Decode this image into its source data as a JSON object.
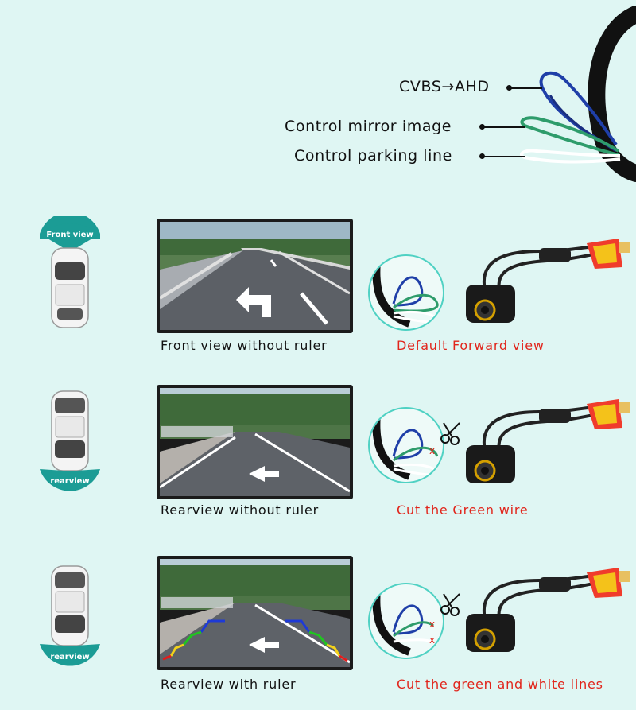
{
  "wires": [
    {
      "label": "CVBS→AHD",
      "color": "#1f3fa8"
    },
    {
      "label": "Control mirror image",
      "color": "#2e9c6b"
    },
    {
      "label": "Control parking line",
      "color": "#ffffff"
    }
  ],
  "rows": [
    {
      "badge": "Front view",
      "screen_caption": "Front view without ruler",
      "wire_caption": "Default Forward view",
      "cut_marks": 0,
      "ruler": false
    },
    {
      "badge": "rearview",
      "screen_caption": "Rearview without ruler",
      "wire_caption": "Cut the Green wire",
      "cut_marks": 1,
      "ruler": false
    },
    {
      "badge": "rearview",
      "screen_caption": "Rearview with ruler",
      "wire_caption": "Cut the green and white lines",
      "cut_marks": 2,
      "ruler": true
    }
  ],
  "cut_mark_symbol": "x",
  "colors": {
    "background": "#dff6f3",
    "badge": "#1b9c95",
    "caption_red": "#e1251b",
    "ruler_blue": "#1e3ad6",
    "ruler_green": "#21c421",
    "ruler_yellow": "#f3d21a",
    "ruler_red": "#e31b1b"
  },
  "icons": [
    "car-top-icon",
    "scissors-icon",
    "camera-icon",
    "cable-icon"
  ]
}
